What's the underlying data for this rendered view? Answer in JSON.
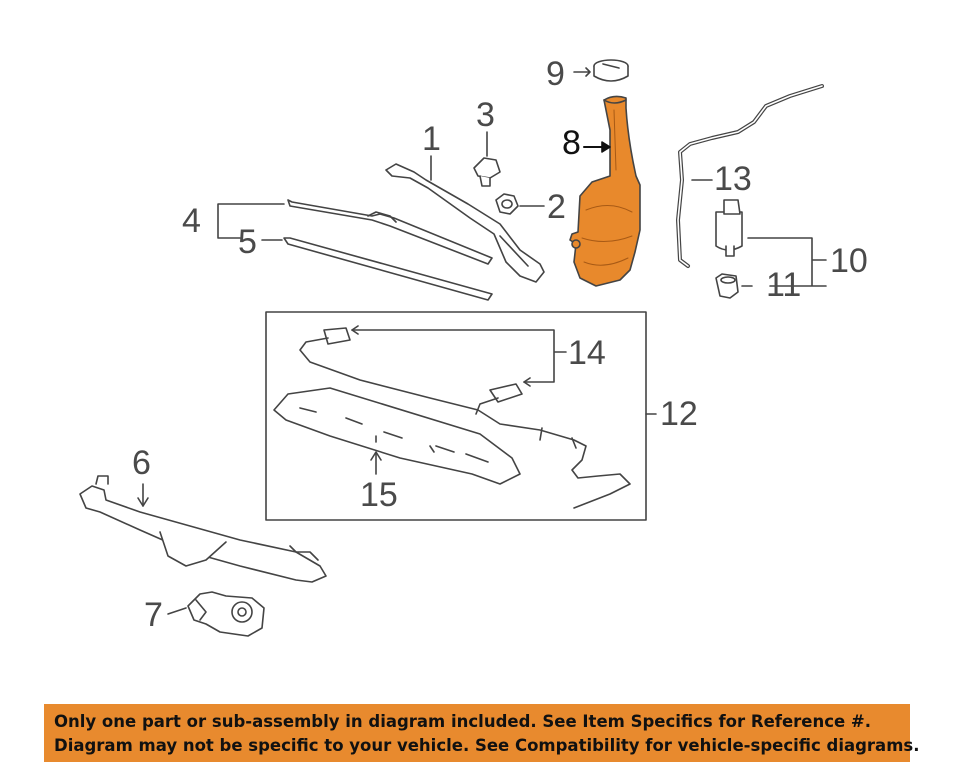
{
  "callouts": {
    "c1": "1",
    "c2": "2",
    "c3": "3",
    "c4": "4",
    "c5": "5",
    "c6": "6",
    "c7": "7",
    "c8": "8",
    "c9": "9",
    "c10": "10",
    "c11": "11",
    "c12": "12",
    "c13": "13",
    "c14": "14",
    "c15": "15"
  },
  "notice": {
    "line1": "Only one part or sub-assembly in diagram included. See Item Specifics for Reference #.",
    "line2": "Diagram may not be specific to your vehicle. See Compatibility for vehicle-specific diagrams."
  },
  "colors": {
    "highlight_part": "#e8892c",
    "notice_background": "#e88a2e",
    "line_art": "#444444"
  }
}
